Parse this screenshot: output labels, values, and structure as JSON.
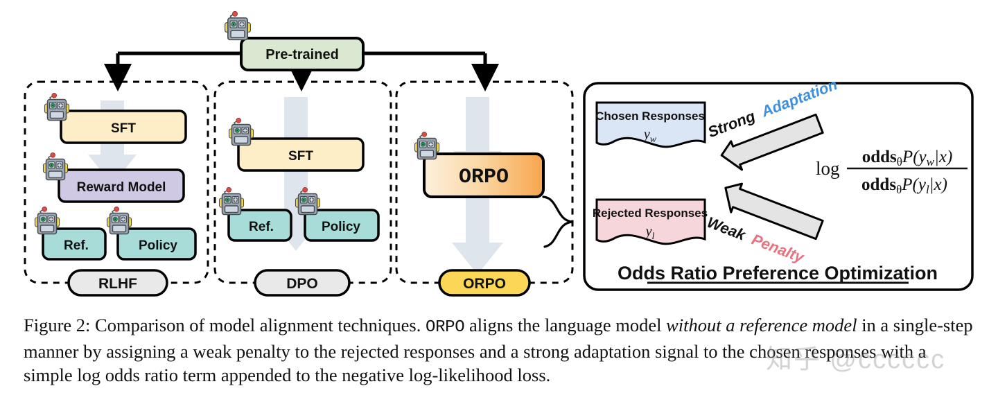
{
  "figure": {
    "pretrained": {
      "label": "Pre-trained"
    },
    "panels": [
      {
        "id": "rlhf",
        "pill": "RLHF",
        "boxes": [
          {
            "label": "SFT",
            "color": "#fdeec8"
          },
          {
            "label": "Reward Model",
            "color": "#cfc9e3"
          },
          {
            "label": "Ref.",
            "color": "#a8dcd9"
          },
          {
            "label": "Policy",
            "color": "#a8dcd9"
          }
        ]
      },
      {
        "id": "dpo",
        "pill": "DPO",
        "boxes": [
          {
            "label": "SFT",
            "color": "#fdeec8"
          },
          {
            "label": "Ref.",
            "color": "#a8dcd9"
          },
          {
            "label": "Policy",
            "color": "#a8dcd9"
          }
        ]
      },
      {
        "id": "orpo",
        "pill": "ORPO",
        "boxes": [
          {
            "label": "ORPO",
            "color": "gradient-orange"
          }
        ]
      }
    ],
    "detail": {
      "chosen": {
        "title": "Chosen Responses",
        "symbol": "y",
        "sub": "w",
        "color": "#dae5f5"
      },
      "rejected": {
        "title": "Rejected Responses",
        "symbol": "y",
        "sub": "l",
        "color": "#f6d6da"
      },
      "arrows": [
        {
          "strength": "Strong",
          "kind": "Adaptation",
          "kind_color": "#3d8fe0"
        },
        {
          "strength": "Weak",
          "kind": "Penalty",
          "kind_color": "#e8727f"
        }
      ],
      "formula": {
        "log": "log",
        "numerator": "odds",
        "numerator_sub": "θ",
        "numerator_rest": "P(y",
        "numerator_sub2": "w",
        "numerator_tail": "|x)",
        "denominator": "odds",
        "denominator_sub": "θ",
        "denominator_rest": "P(y",
        "denominator_sub2": "l",
        "denominator_tail": "|x)"
      },
      "title": "Odds Ratio Preference Optimization"
    },
    "colors": {
      "pretrained_box": "#dae7d1",
      "pill_default": "#e9e9e9",
      "pill_orpo": "#fcd757",
      "big_arrow": "#dfe5ec",
      "outline": "#000000"
    }
  },
  "caption": {
    "prefix": "Figure 2: Comparison of model alignment techniques. ",
    "mono1": "ORPO",
    "mid1": " aligns the language model ",
    "italic1": "without a reference model",
    "mid2": " in a single-step manner by assigning a weak penalty to the rejected responses and a strong adaptation signal to the chosen responses with a simple log odds ratio term appended to the negative log-likelihood loss."
  },
  "watermark": {
    "text": "知乎 @cccccc"
  }
}
